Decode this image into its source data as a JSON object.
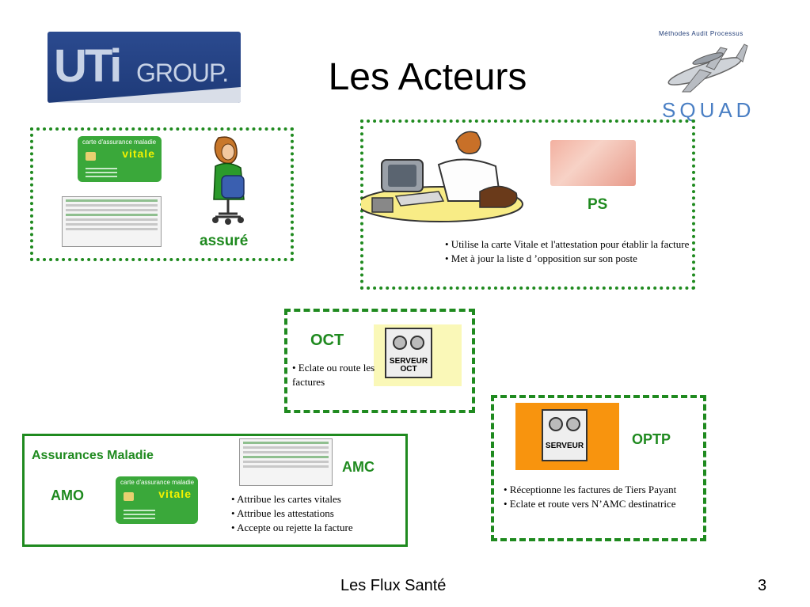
{
  "slide": {
    "title": "Les Acteurs",
    "footer_center": "Les Flux Santé",
    "page_number": "3"
  },
  "logos": {
    "uti": {
      "main": "UTi",
      "sub": "GROUP."
    },
    "squad": {
      "tagline": "Méthodes Audit Processus",
      "word": "SQUAD",
      "icon": "airplane-icon"
    }
  },
  "assure": {
    "label": "assuré",
    "card": {
      "header": "carte d'assurance maladie",
      "brand": "vitale"
    }
  },
  "ps": {
    "label": "PS",
    "bullets": [
      "• Utilise la carte Vitale et l'attestation pour établir la facture",
      "• Met à jour la liste d ’opposition sur son poste"
    ]
  },
  "oct": {
    "label": "OCT",
    "server_label_1": "SERVEUR",
    "server_label_2": "OCT",
    "bullets": [
      "• Eclate ou route les factures"
    ]
  },
  "optp": {
    "label": "OPTP",
    "server_label": "SERVEUR",
    "bullets": [
      "• Réceptionne les factures de Tiers Payant",
      "• Eclate et route vers N’AMC destinatrice"
    ]
  },
  "assurances": {
    "title": "Assurances Maladie",
    "amo": "AMO",
    "amc": "AMC",
    "card": {
      "header": "carte d'assurance maladie",
      "brand": "vitale"
    },
    "bullets": [
      "• Attribue les cartes vitales",
      "• Attribue les attestations",
      "• Accepte ou rejette la facture"
    ]
  },
  "colors": {
    "accent_green": "#1f8a1f",
    "uti_blue": "#1e3a78",
    "optp_orange": "#f8940e",
    "oct_yellow": "#faf8b8"
  }
}
